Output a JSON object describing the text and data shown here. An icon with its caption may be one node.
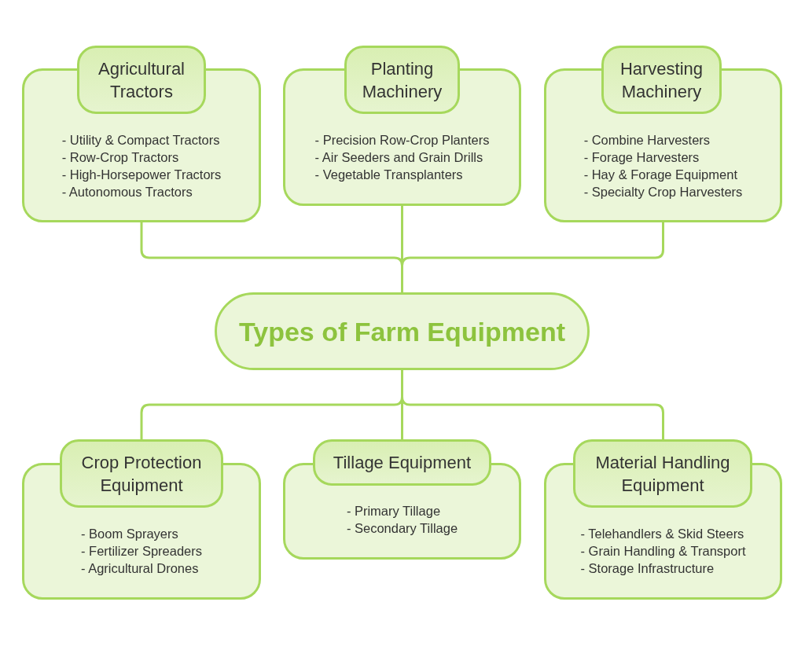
{
  "diagram": {
    "nodes": [
      {
        "text": [
          "Agricultural Tractors",
          "- Utility & Compact Tractors",
          "- Row-Crop Tractors",
          "- High-Horsepower Tractors",
          "- Autonomous Tractors"
        ]
      },
      {
        "text": [
          "Planting Machinery",
          "- Precision Row-Crop Planters",
          "- Air Seeders and Grain Drills",
          "- Vegetable Transplanters"
        ]
      },
      {
        "text": [
          "Harvesting Machinery",
          "- Combine Harvesters",
          "- Forage Harvesters",
          "- Hay & Forage Equipment",
          "- Specialty Crop Harvesters"
        ]
      },
      {
        "text": [
          "Types of Farm Equipment"
        ]
      },
      {
        "text": [
          "Crop Protection Equipment",
          "- Boom Sprayers",
          "- Fertilizer Spreaders",
          "- Agricultural Drones"
        ]
      },
      {
        "text": [
          "Tillage Equipment",
          "- Primary Tillage",
          "- Secondary Tillage"
        ]
      },
      {
        "text": [
          "Material Handling Equipment",
          "- Telehandlers & Skid Steers",
          "- Grain Handling & Transport",
          "- Storage Infrastructure"
        ]
      }
    ],
    "edges": [
      {
        "from": 3,
        "to": 0,
        "arrow": "none"
      },
      {
        "from": 3,
        "to": 1,
        "arrow": "none"
      },
      {
        "from": 3,
        "to": 2,
        "arrow": "none"
      },
      {
        "from": 3,
        "to": 4,
        "arrow": "none"
      },
      {
        "from": 3,
        "to": 5,
        "arrow": "none"
      },
      {
        "from": 3,
        "to": 6,
        "arrow": "none"
      }
    ]
  }
}
